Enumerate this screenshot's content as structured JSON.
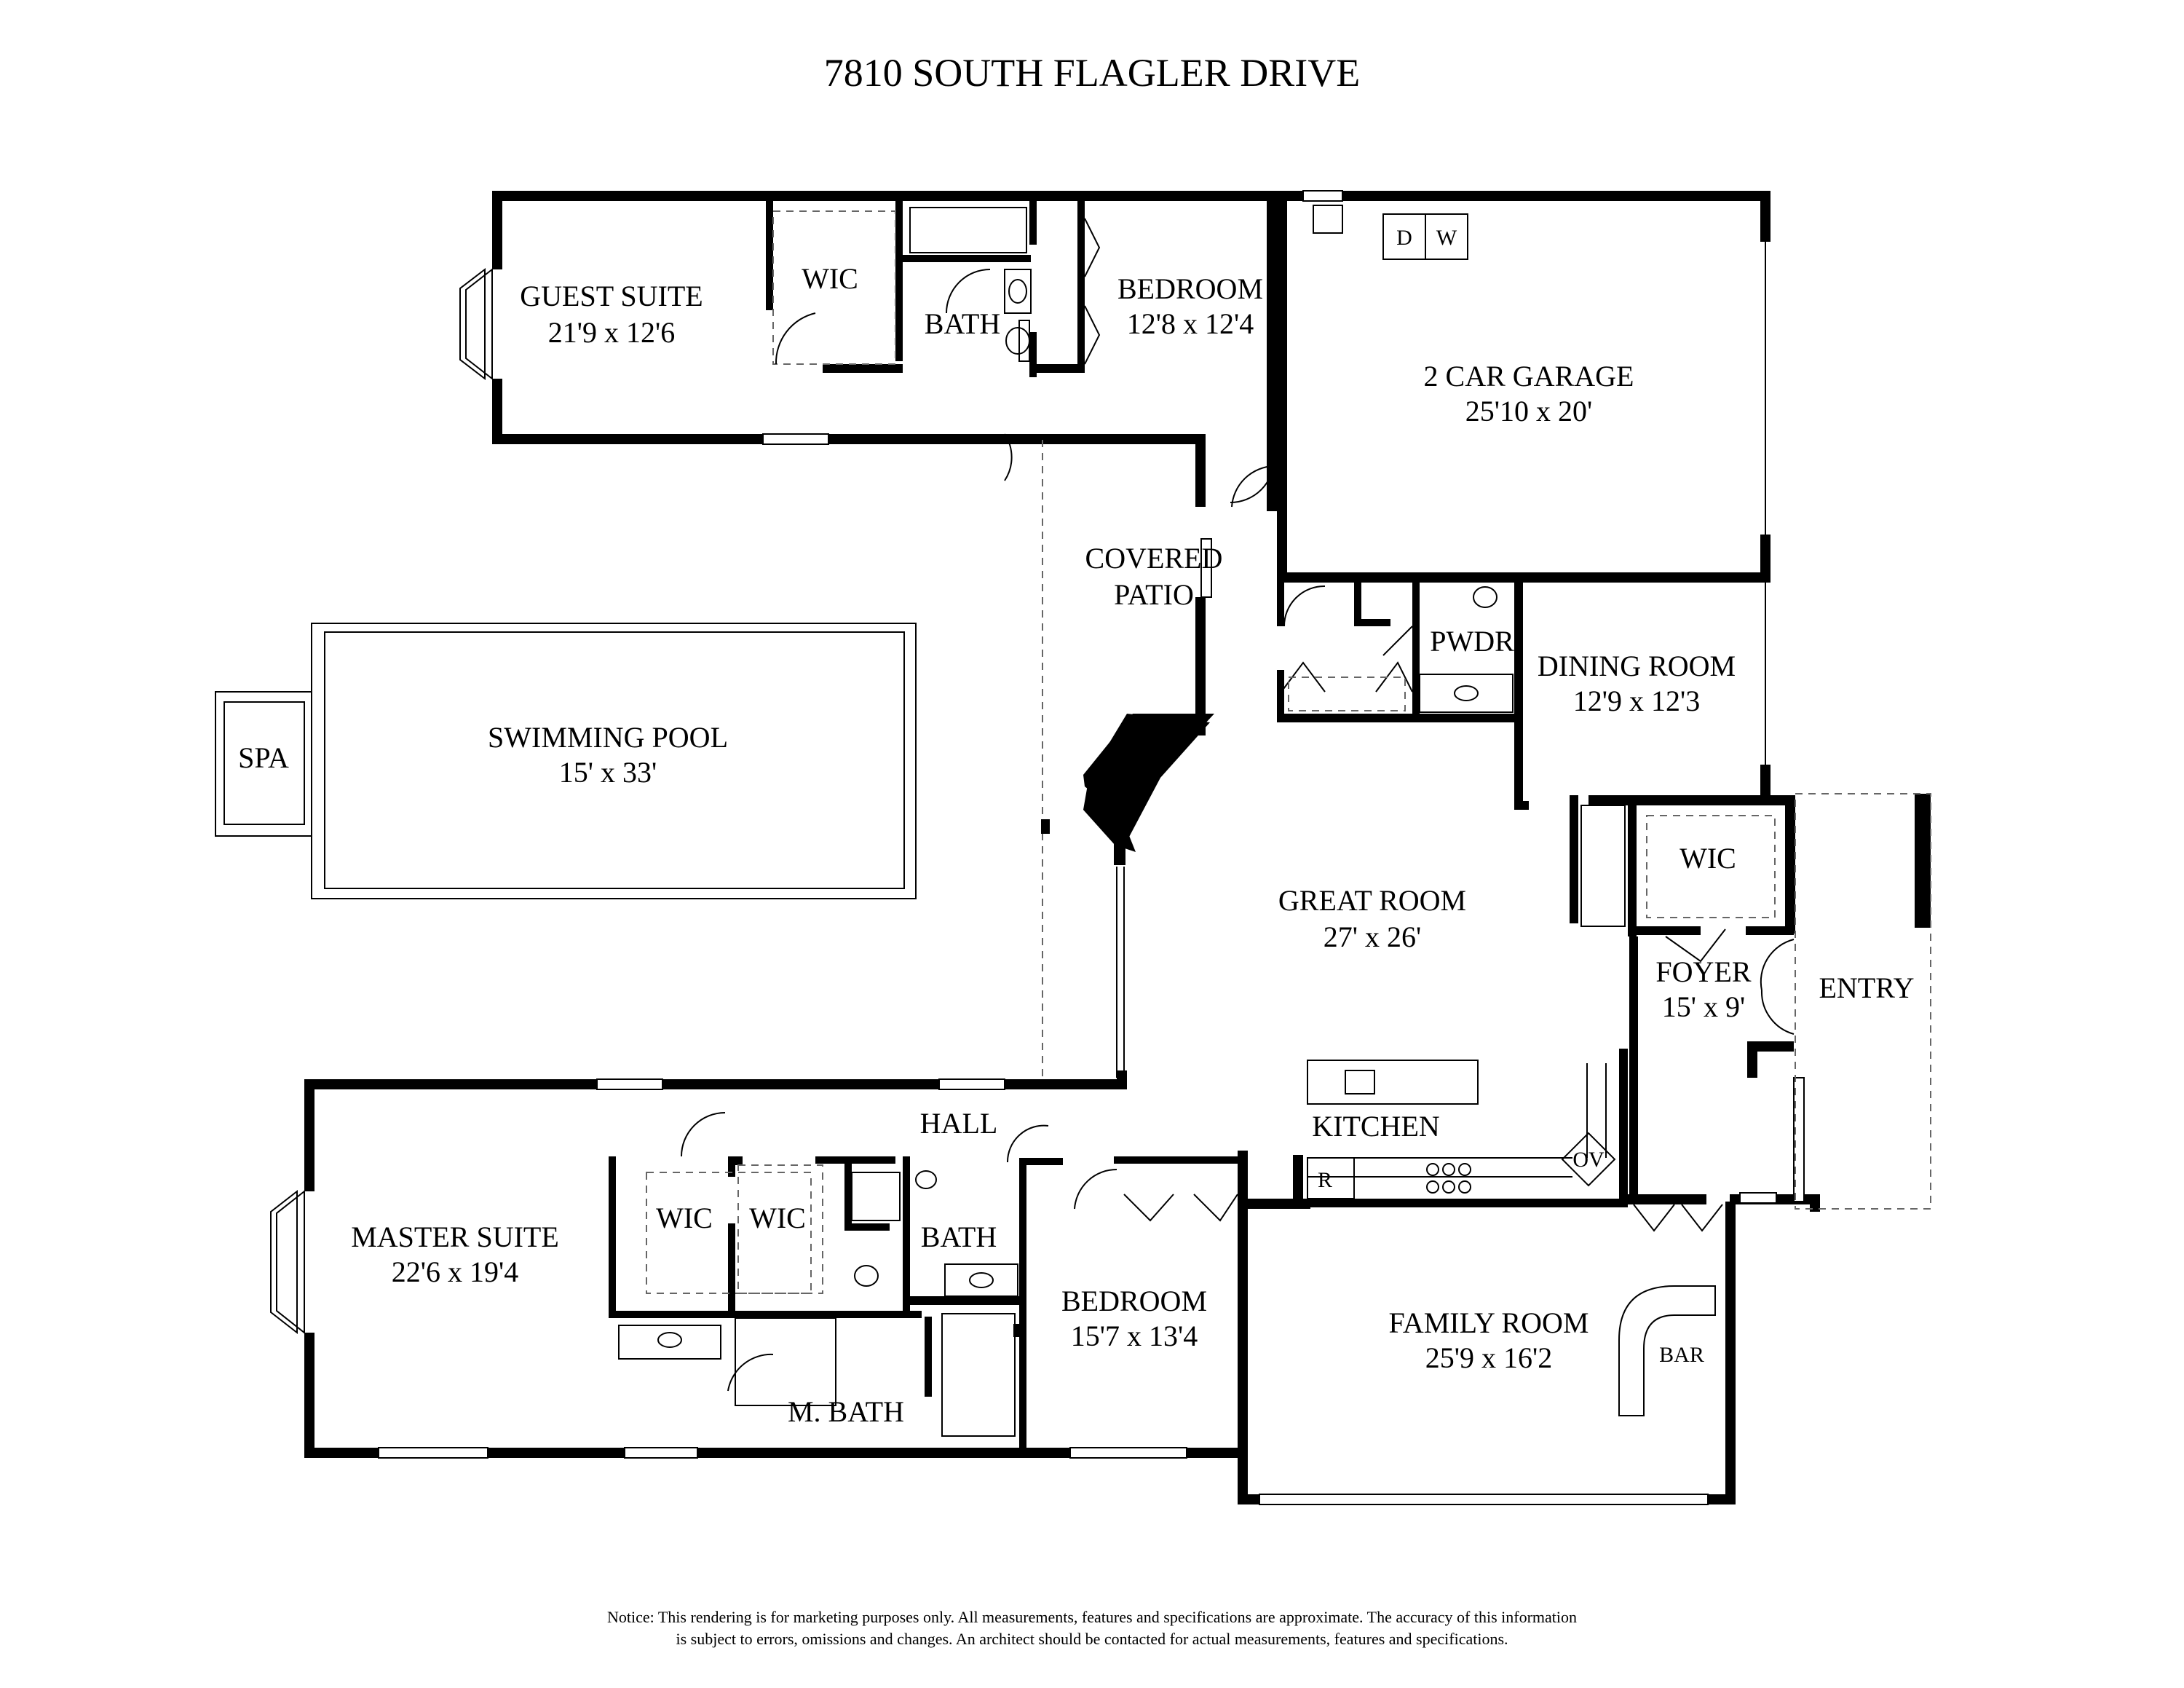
{
  "title": "7810 SOUTH FLAGLER DRIVE",
  "rooms": {
    "guest_suite": {
      "name": "GUEST SUITE",
      "dims": "21'9 x 12'6"
    },
    "guest_wic": {
      "name": "WIC"
    },
    "guest_bath": {
      "name": "BATH"
    },
    "bedroom_north": {
      "name": "BEDROOM",
      "dims": "12'8 x 12'4"
    },
    "garage": {
      "name": "2 CAR GARAGE",
      "dims": "25'10 x 20'"
    },
    "washer_dryer": {
      "d": "D",
      "w": "W"
    },
    "covered_patio": {
      "line1": "COVERED",
      "line2": "PATIO"
    },
    "pwdr": {
      "name": "PWDR"
    },
    "dining_room": {
      "name": "DINING ROOM",
      "dims": "12'9 x 12'3"
    },
    "pool": {
      "name": "SWIMMING POOL",
      "dims": "15' x 33'"
    },
    "spa": {
      "name": "SPA"
    },
    "great_room": {
      "name": "GREAT ROOM",
      "dims": "27' x 26'"
    },
    "foyer_wic": {
      "name": "WIC"
    },
    "foyer": {
      "name": "FOYER",
      "dims": "15' x 9'"
    },
    "entry": {
      "name": "ENTRY"
    },
    "kitchen": {
      "name": "KITCHEN",
      "r": "R",
      "ov": "OV"
    },
    "hall": {
      "name": "HALL"
    },
    "master_suite": {
      "name": "MASTER SUITE",
      "dims": "22'6 x 19'4"
    },
    "master_wic1": {
      "name": "WIC"
    },
    "master_wic2": {
      "name": "WIC"
    },
    "hall_bath": {
      "name": "BATH"
    },
    "master_bath": {
      "name": "M. BATH"
    },
    "bedroom_south": {
      "name": "BEDROOM",
      "dims": "15'7 x 13'4"
    },
    "family_room": {
      "name": "FAMILY ROOM",
      "dims": "25'9 x 16'2"
    },
    "bar": {
      "name": "BAR"
    }
  },
  "notice": {
    "line1": "Notice: This rendering is for marketing purposes only. All measurements, features and specifications are approximate. The accuracy of this information",
    "line2": "is subject to errors, omissions and changes. An architect should be contacted for actual measurements, features and specifications."
  }
}
